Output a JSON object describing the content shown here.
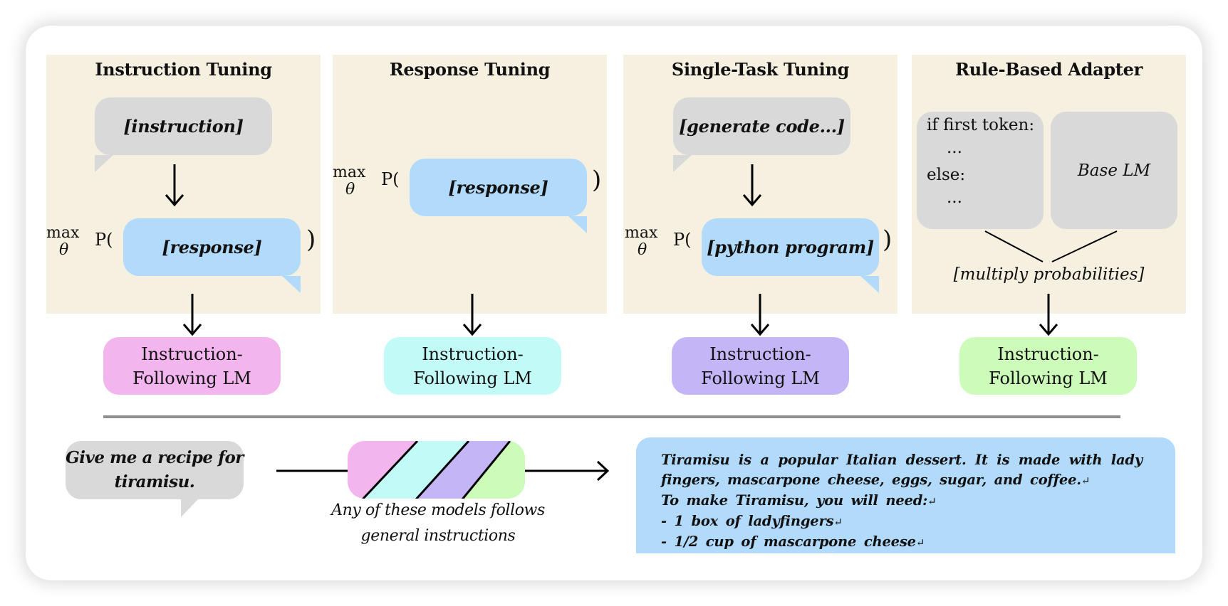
{
  "panels": [
    {
      "title": "Instruction Tuning",
      "input_bubble": "[instruction]",
      "objective": {
        "max": "max",
        "param": "θ",
        "prob": "P(",
        "close": ")"
      },
      "output_bubble": "[response]",
      "result": "Instruction-\nFollowing LM",
      "result_color": "#f3b5ee"
    },
    {
      "title": "Response Tuning",
      "objective": {
        "max": "max",
        "param": "θ",
        "prob": "P(",
        "close": ")"
      },
      "output_bubble": "[response]",
      "result": "Instruction-\nFollowing LM",
      "result_color": "#c1faf6"
    },
    {
      "title": "Single-Task Tuning",
      "input_bubble": "[generate code...]",
      "objective": {
        "max": "max",
        "param": "θ",
        "prob": "P(",
        "close": ")"
      },
      "output_bubble": "[python program]",
      "result": "Instruction-\nFollowing LM",
      "result_color": "#c4b5f7"
    },
    {
      "title": "Rule-Based Adapter",
      "rule_lines": [
        "if first token:",
        "...",
        "else:",
        "..."
      ],
      "base_lm": "Base LM",
      "combine": "[multiply probabilities]",
      "result": "Instruction-\nFollowing LM",
      "result_color": "#cdfbb9"
    }
  ],
  "example": {
    "query": "Give me a recipe for tiramisu.",
    "stripe_colors": [
      "#f3b5ee",
      "#c1faf6",
      "#c4b5f7",
      "#cdfbb9"
    ],
    "caption_line1": "Any of these models follows",
    "caption_line2": "general instructions",
    "response_lines": [
      "Tiramisu is a popular Italian dessert. It is made with lady",
      "fingers, mascarpone cheese, eggs, sugar, and coffee.",
      "To make Tiramisu, you will need:",
      "- 1 box of ladyfingers",
      "- 1/2 cup of mascarpone cheese"
    ],
    "return_symbol": "↵"
  },
  "colors": {
    "panel_bg": "#f6f0e1",
    "instruction_bubble": "#d9d9d9",
    "response_bubble": "#b2dafa",
    "divider": "#8e8e8e"
  }
}
